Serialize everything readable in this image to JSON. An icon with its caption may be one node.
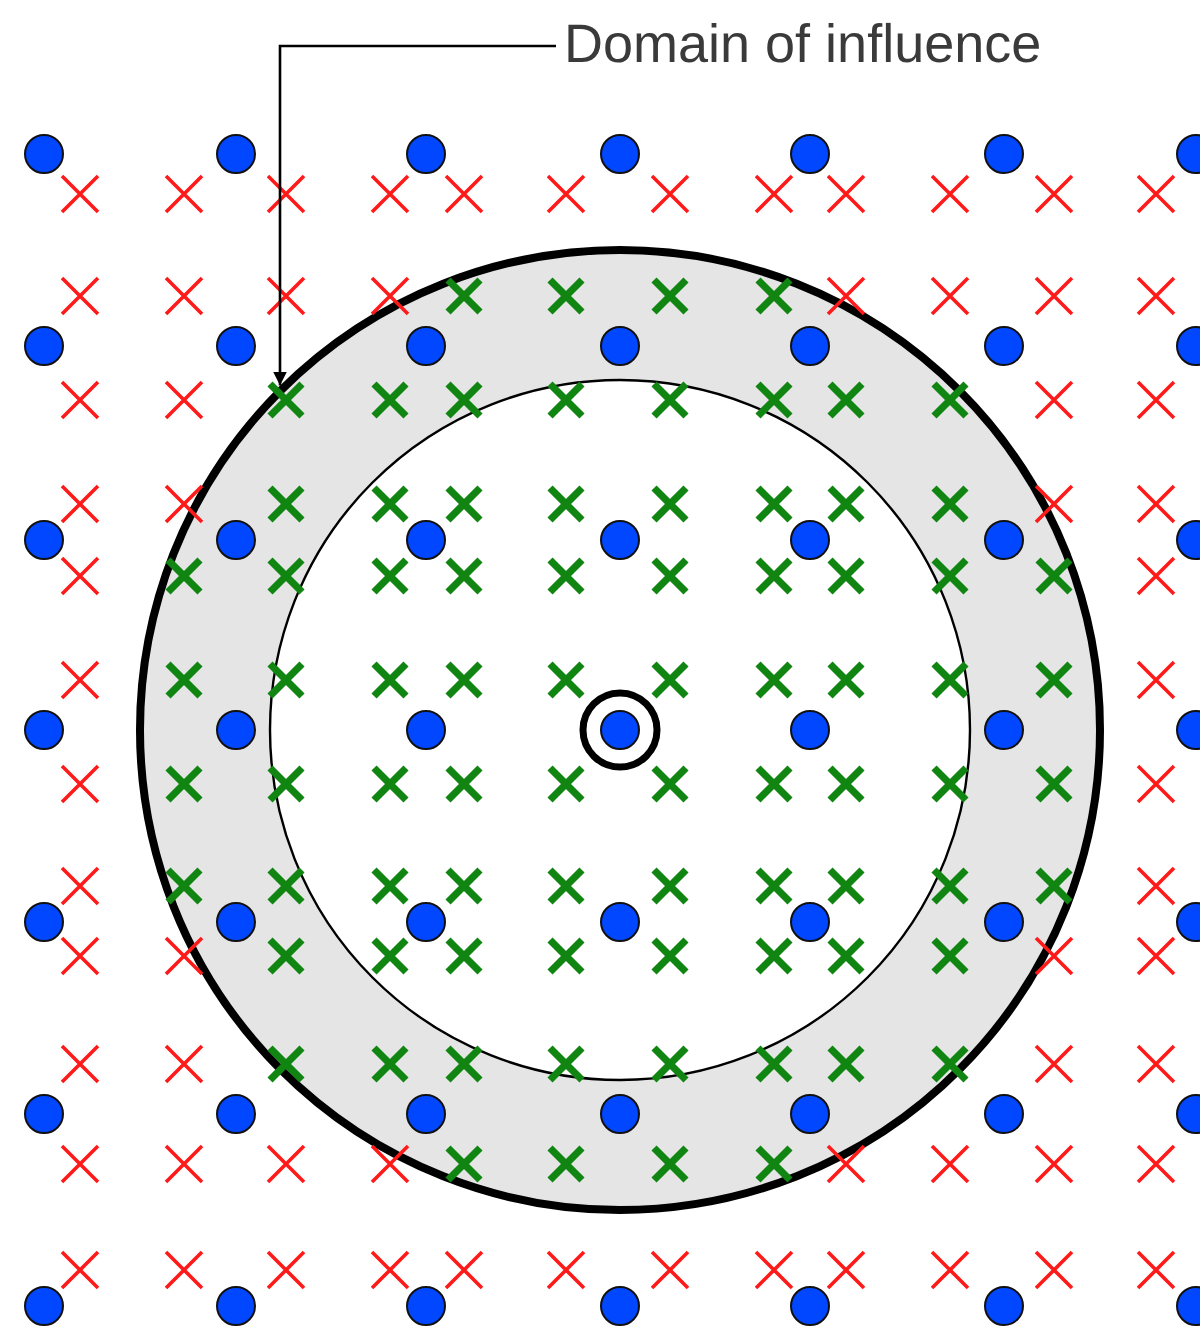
{
  "diagram": {
    "nodes": [
      {
        "text": [
          "Domain of influence"
        ]
      },
      {
        "text": [],
        "shape": "circle"
      }
    ],
    "edges": [
      {
        "from": 0,
        "to": 1,
        "arrow": "to"
      }
    ]
  }
}
